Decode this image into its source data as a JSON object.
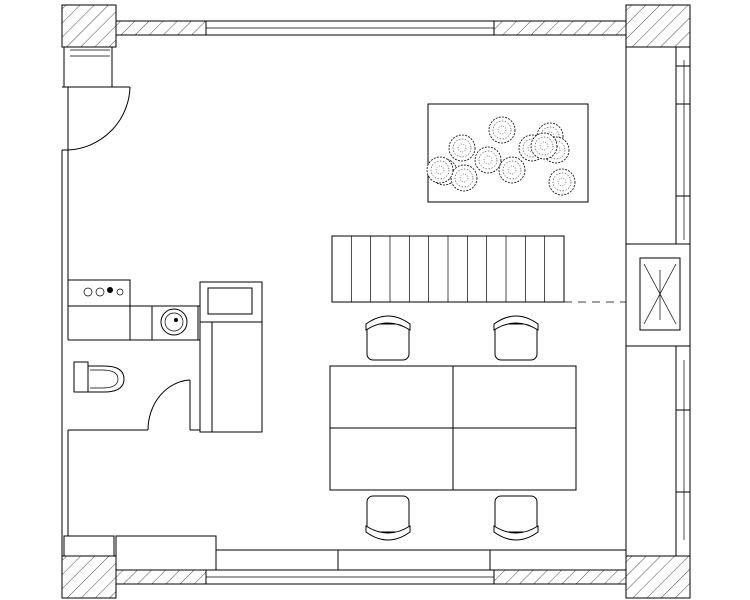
{
  "drawing": {
    "kind": "architectural floor plan",
    "line_color": "#000000",
    "background_color": "#ffffff",
    "hatch_color": "#000000"
  },
  "furniture": {
    "dining_table_sections": 4,
    "chairs": 4,
    "shrubs": 12,
    "stair_treads": 12
  },
  "icons": {
    "door_left": "door-swing-icon",
    "door_bathroom": "door-swing-icon",
    "toilet": "toilet-icon",
    "sink": "sink-icon",
    "planter": "shrub-icon",
    "fireplace": "fireplace-icon"
  }
}
